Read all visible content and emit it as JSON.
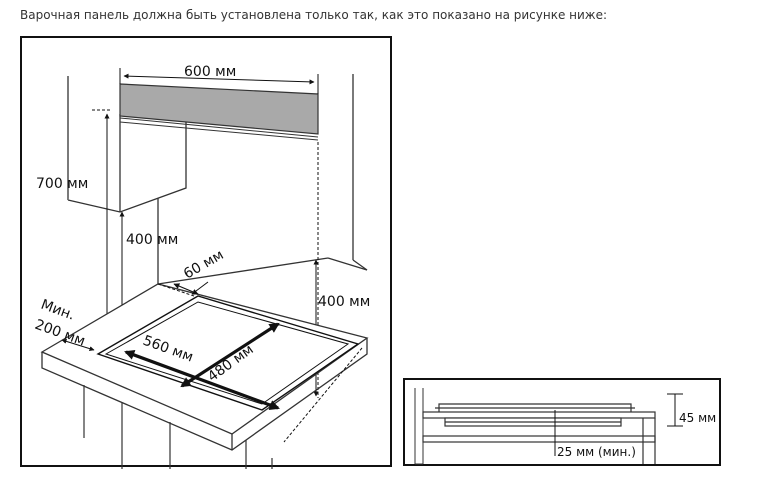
{
  "caption": "Варочная панель должна быть установлена только так, как это показано на рисунке ниже:",
  "main_figure": {
    "dim_width": "600 мм",
    "dim_height_cabinet": "700 мм",
    "dim_left_clearance": "400 мм",
    "dim_right_clearance": "400 мм",
    "dim_back_gap": "60 мм",
    "dim_min_label": "Мин.",
    "dim_min_value": "200 мм",
    "dim_cutout_length": "560 мм",
    "dim_cutout_depth": "480 мм"
  },
  "side_figure": {
    "dim_thickness": "45 мм",
    "dim_min_gap": "25 мм (мин.)"
  }
}
